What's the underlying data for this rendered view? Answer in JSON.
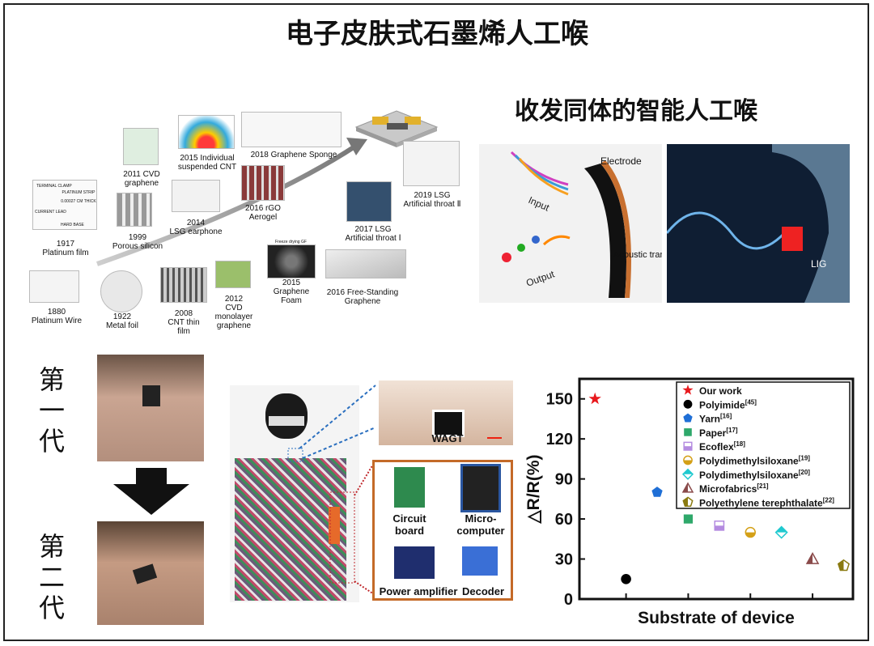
{
  "title": "电子皮肤式石墨烯人工喉",
  "subtitle": "收发同体的智能人工喉",
  "timeline": {
    "items": [
      {
        "label": "1880\nPlatinum Wire"
      },
      {
        "label": "1917\nPlatinum film"
      },
      {
        "label": "1922\nMetal foil"
      },
      {
        "label": "1999\nPorous silicon"
      },
      {
        "label": "2011 CVD\ngraphene"
      },
      {
        "label": "2008\nCNT thin\nfilm"
      },
      {
        "label": "2014\nLSG earphone"
      },
      {
        "label": "2015 Individual\nsuspended CNT"
      },
      {
        "label": "2012\nCVD\nmonolayer\ngraphene"
      },
      {
        "label": "2016 rGO\nAerogel"
      },
      {
        "label": "2018 Graphene Sponge"
      },
      {
        "label": "2015\nGraphene\nFoam"
      },
      {
        "label": "2016 Free-Standing\nGraphene"
      },
      {
        "label": "2017 LSG\nArtificial throat Ⅰ"
      },
      {
        "label": "2019 LSG\nArtificial throat Ⅱ"
      }
    ],
    "small_texts": [
      "TERMINAL CLAMP",
      "PLATINUM STRIP 0.00027 CM THICK",
      "CURRENT LEAD",
      "HARD BASE",
      "Freeze drying GF"
    ]
  },
  "concept": {
    "input_label": "Input",
    "output_label": "Output",
    "electrode_label": "Electrode",
    "transducer_label": "Acoustic transducer",
    "lig_label": "LIG"
  },
  "generations": {
    "first": "第\n一\n代",
    "second": "第\n二\n代"
  },
  "system": {
    "wagt_label": "WAGT",
    "circuit_board": "Circuit board",
    "microcomputer": "Micro-computer",
    "power_amplifier": "Power amplifier",
    "decoder": "Decoder"
  },
  "chart_data": {
    "type": "scatter",
    "xlabel": "Substrate of device",
    "ylabel": "△R/R(%)",
    "ylim": [
      0,
      165
    ],
    "yticks": [
      0,
      30,
      60,
      90,
      120,
      150
    ],
    "grid": false,
    "legend_position": "top-right",
    "series": [
      {
        "name": "Our work",
        "ref": "",
        "x": 1,
        "y": 150,
        "marker": "star",
        "color": "#e8191d"
      },
      {
        "name": "Polyimide",
        "ref": "[45]",
        "x": 2,
        "y": 15,
        "marker": "circle",
        "color": "#000000"
      },
      {
        "name": "Yarn",
        "ref": "[16]",
        "x": 3,
        "y": 80,
        "marker": "pentagon",
        "color": "#1f6fd6"
      },
      {
        "name": "Paper",
        "ref": "[17]",
        "x": 4,
        "y": 60,
        "marker": "square",
        "color": "#2ea86a"
      },
      {
        "name": "Ecoflex",
        "ref": "[18]",
        "x": 5,
        "y": 55,
        "marker": "half-square",
        "color": "#b48be0"
      },
      {
        "name": "Polydimethylsiloxane",
        "ref": "[19]",
        "x": 6,
        "y": 50,
        "marker": "half-circle",
        "color": "#d4a017"
      },
      {
        "name": "Polydimethylsiloxane",
        "ref": "[20]",
        "x": 7,
        "y": 50,
        "marker": "diamond",
        "color": "#1fc9cf"
      },
      {
        "name": "Microfabrics",
        "ref": "[21]",
        "x": 8,
        "y": 30,
        "marker": "triangle",
        "color": "#8a4a4a"
      },
      {
        "name": "Polyethylene terephthalate",
        "ref": "[22]",
        "x": 9,
        "y": 25,
        "marker": "half-pentagon",
        "color": "#8a7a10"
      }
    ]
  }
}
